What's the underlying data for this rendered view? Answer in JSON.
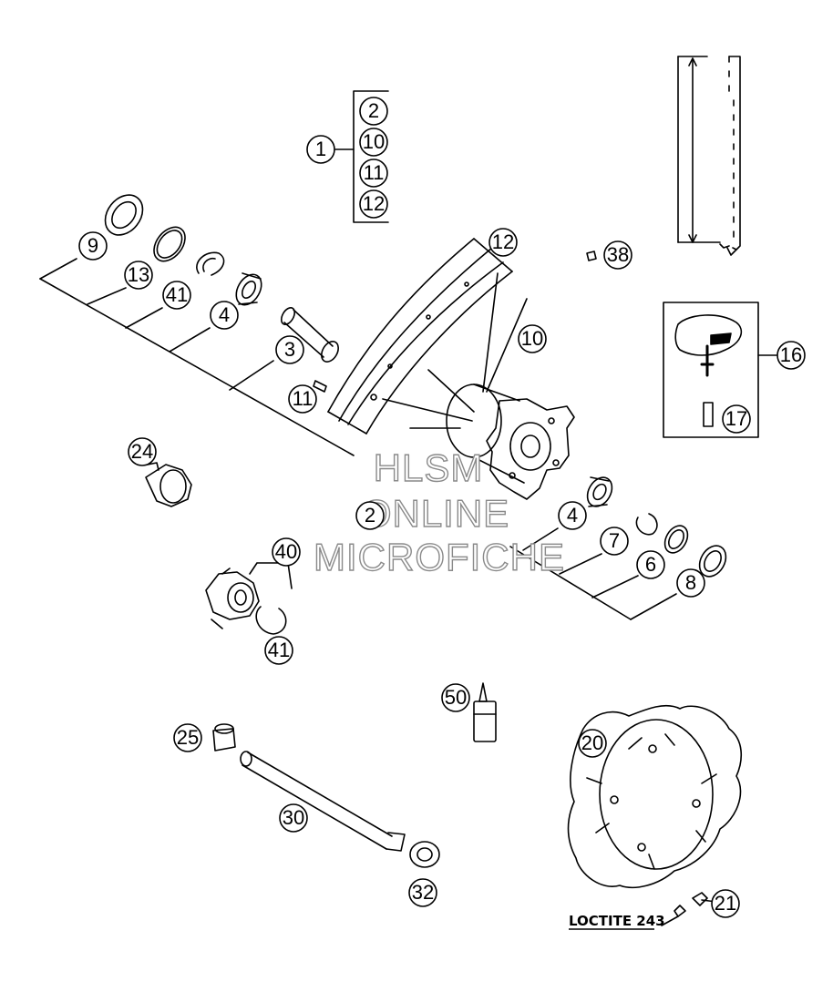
{
  "diagram": {
    "parts": [
      {
        "id": "p1",
        "number": "1"
      },
      {
        "id": "p2a",
        "number": "2"
      },
      {
        "id": "p10a",
        "number": "10"
      },
      {
        "id": "p11a",
        "number": "11"
      },
      {
        "id": "p12a",
        "number": "12"
      },
      {
        "id": "p9",
        "number": "9"
      },
      {
        "id": "p13",
        "number": "13"
      },
      {
        "id": "p41a",
        "number": "41"
      },
      {
        "id": "p4a",
        "number": "4"
      },
      {
        "id": "p3",
        "number": "3"
      },
      {
        "id": "p11b",
        "number": "11"
      },
      {
        "id": "p12b",
        "number": "12"
      },
      {
        "id": "p10b",
        "number": "10"
      },
      {
        "id": "p38",
        "number": "38"
      },
      {
        "id": "p16",
        "number": "16"
      },
      {
        "id": "p17",
        "number": "17"
      },
      {
        "id": "p24",
        "number": "24"
      },
      {
        "id": "p2b",
        "number": "2"
      },
      {
        "id": "p4b",
        "number": "4"
      },
      {
        "id": "p7",
        "number": "7"
      },
      {
        "id": "p6",
        "number": "6"
      },
      {
        "id": "p8",
        "number": "8"
      },
      {
        "id": "p40",
        "number": "40"
      },
      {
        "id": "p41b",
        "number": "41"
      },
      {
        "id": "p50",
        "number": "50"
      },
      {
        "id": "p25",
        "number": "25"
      },
      {
        "id": "p20",
        "number": "20"
      },
      {
        "id": "p30",
        "number": "30"
      },
      {
        "id": "p32",
        "number": "32"
      },
      {
        "id": "p21",
        "number": "21"
      }
    ],
    "note": "LOCTITE 243",
    "watermark": [
      "HLSM",
      "ONLINE",
      "MICROFICHE"
    ],
    "colors": {
      "ink": "#000000",
      "paper": "#ffffff",
      "watermark": "#8a8a8a"
    }
  }
}
